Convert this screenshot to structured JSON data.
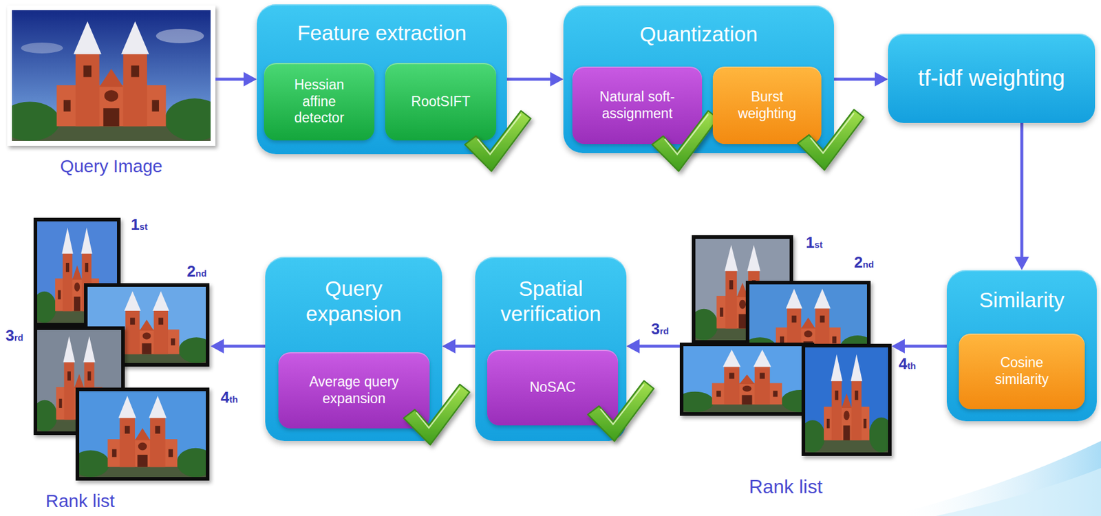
{
  "diagram": {
    "nodes": [
      {
        "text": [
          "Query Image"
        ]
      },
      {
        "text": [
          "Feature extraction"
        ]
      },
      {
        "text": [
          "Hessian affine detector"
        ],
        "in": 1
      },
      {
        "text": [
          "RootSIFT"
        ],
        "in": 1
      },
      {
        "text": [
          "Quantization"
        ]
      },
      {
        "text": [
          "Natural soft-assignment"
        ],
        "in": 4
      },
      {
        "text": [
          "Burst weighting"
        ],
        "in": 4
      },
      {
        "text": [
          "tf-idf weighting"
        ]
      },
      {
        "text": [
          "Similarity"
        ]
      },
      {
        "text": [
          "Cosine similarity"
        ],
        "in": 8
      },
      {
        "text": [
          "Rank list"
        ]
      },
      {
        "text": [
          "Spatial verification"
        ]
      },
      {
        "text": [
          "NoSAC"
        ],
        "in": 11
      },
      {
        "text": [
          "Query expansion"
        ]
      },
      {
        "text": [
          "Average query expansion"
        ],
        "in": 13
      },
      {
        "text": [
          "Rank list"
        ]
      }
    ],
    "edges": [
      {
        "from": 0,
        "to": 1,
        "arrow": "to"
      },
      {
        "from": 1,
        "to": 4,
        "arrow": "to"
      },
      {
        "from": 4,
        "to": 7,
        "arrow": "to"
      },
      {
        "from": 7,
        "to": 8,
        "arrow": "to"
      },
      {
        "from": 8,
        "to": 10,
        "arrow": "to"
      },
      {
        "from": 10,
        "to": 11,
        "arrow": "to"
      },
      {
        "from": 11,
        "to": 13,
        "arrow": "to"
      },
      {
        "from": 13,
        "to": 15,
        "arrow": "to"
      }
    ],
    "labels": [
      "1st",
      "2nd",
      "3rd",
      "4th",
      "1st",
      "2nd",
      "3rd",
      "4th"
    ]
  }
}
